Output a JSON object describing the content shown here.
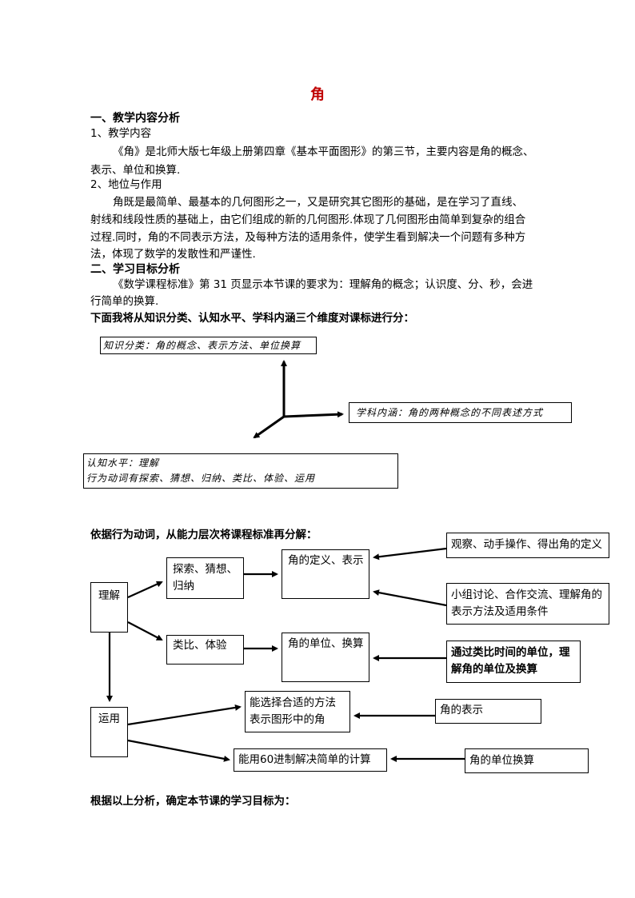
{
  "title": "角",
  "section1": {
    "heading": "一、教学内容分析",
    "sub1": "1、教学内容",
    "sub1_line1": "《角》是北师大版七年级上册第四章《基本平面图形》的第三节，主要内容是角的概念、",
    "sub1_line2": "表示、单位和换算.",
    "sub2": "2、地位与作用",
    "sub2_line1": "角既是最简单、最基本的几何图形之一，又是研究其它图形的基础，是在学习了直线、",
    "sub2_line2": "射线和线段性质的基础上，由它们组成的新的几何图形.体现了几何图形由简单到复杂的组合",
    "sub2_line3": "过程.同时，角的不同表示方法，及每种方法的适用条件，使学生看到解决一个问题有多种方",
    "sub2_line4": "法，体现了数学的发散性和严谨性."
  },
  "section2": {
    "heading": "二、学习目标分析",
    "line1": "《数学课程标准》第 31 页显示本节课的要求为：理解角的概念；认识度、分、秒，会进",
    "line2": "行简单的换算.",
    "intro": "下面我将从知识分类、认知水平、学科内涵三个维度对课标进行分："
  },
  "dims": {
    "knowledge": "知识分类：角的概念、表示方法、单位换算",
    "subject": "学科内涵：角的两种概念的不同表述方式",
    "cognitive1": "认知水平：理解",
    "cognitive2": "行为动词有探索、猜想、归纳、类比、体验、运用"
  },
  "flow": {
    "intro": "依据行为动词，从能力层次将课程标准再分解：",
    "understand": "理解",
    "apply": "运用",
    "explore1": "探索、猜想、",
    "explore2": "归纳",
    "analogy": "类比、体验",
    "def": "角的定义、表示",
    "unit": "角的单位、换算",
    "observe": "观察、动手操作、得出角的定义",
    "group1": "小组讨论、合作交流、理解角的",
    "group2": "表示方法及适用条件",
    "time1": "通过类比时间的单位，理",
    "time2": "解角的单位及换算",
    "choose1": "能选择合适的方法",
    "choose2": "表示图形中的角",
    "repr": "角的表示",
    "calc": "能用60进制解决简单的计算",
    "unitcalc": "角的单位换算"
  },
  "conclusion": "根据以上分析，确定本节课的学习目标为："
}
